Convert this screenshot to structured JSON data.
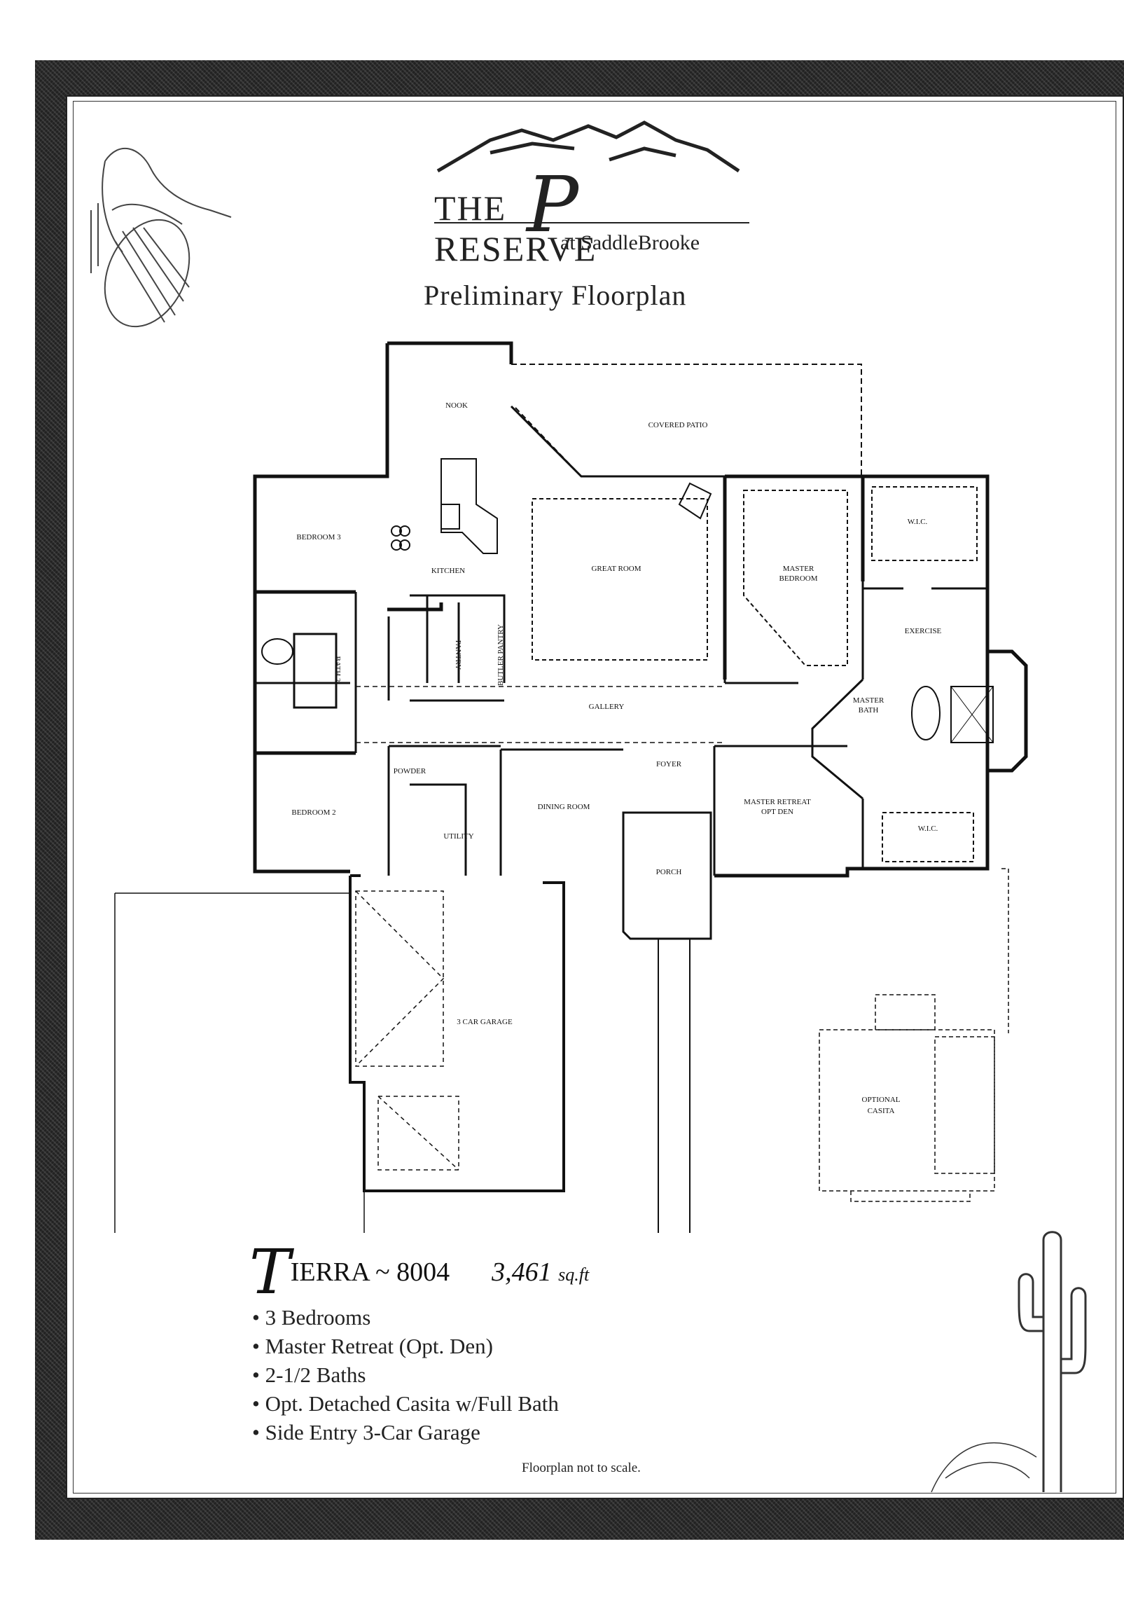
{
  "header": {
    "brand_the": "THE",
    "brand_preserve": "RESERVE",
    "brand_initial": "P",
    "brand_location": "at SaddleBrooke",
    "title": "Preliminary Floorplan"
  },
  "rooms": {
    "nook": "NOOK",
    "covered_patio": "COVERED PATIO",
    "bedroom3": "BEDROOM 3",
    "kitchen": "KITCHEN",
    "great_room": "GREAT ROOM",
    "master_bedroom_1": "MASTER",
    "master_bedroom_2": "BEDROOM",
    "wic_top": "W.I.C.",
    "exercise": "EXERCISE",
    "pantry": "PANTRY",
    "butlers_pantry": "BUTLER PANTRY",
    "bath2": "BATH 2",
    "gallery": "GALLERY",
    "master_bath_1": "MASTER",
    "master_bath_2": "BATH",
    "powder": "POWDER",
    "foyer": "FOYER",
    "bedroom2": "BEDROOM 2",
    "dining_room": "DINING ROOM",
    "utility": "UTILITY",
    "master_retreat_1": "MASTER RETREAT",
    "master_retreat_2": "OPT DEN",
    "wic_bottom": "W.I.C.",
    "porch": "PORCH",
    "garage": "3 CAR GARAGE",
    "casita_1": "OPTIONAL",
    "casita_2": "CASITA"
  },
  "model": {
    "initial": "T",
    "name_rest": "IERRA ~ 8004",
    "sqft_number": "3,461",
    "sqft_unit": "sq.ft"
  },
  "features": [
    "3 Bedrooms",
    "Master Retreat (Opt. Den)",
    "2-1/2 Baths",
    "Opt. Detached Casita w/Full Bath",
    "Side Entry 3-Car Garage"
  ],
  "note": "Floorplan not to scale."
}
